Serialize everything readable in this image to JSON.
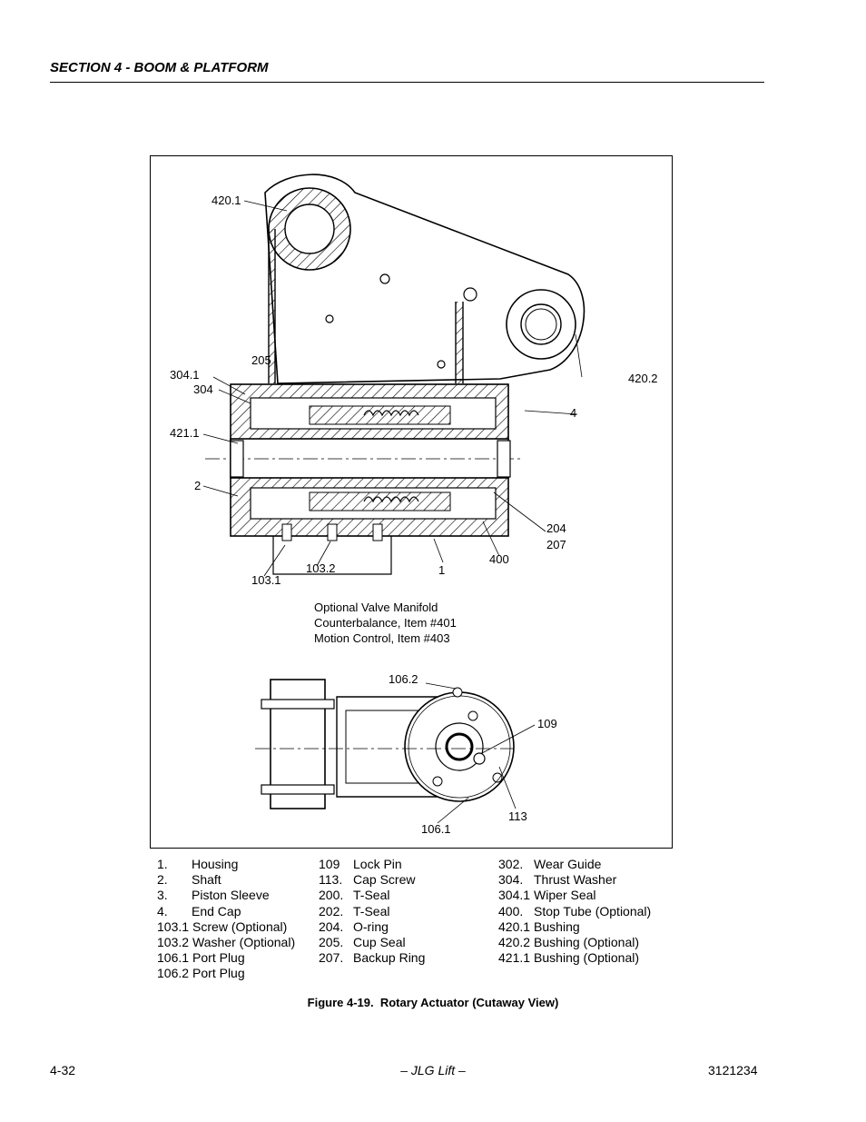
{
  "header": {
    "section_title": "SECTION 4 - BOOM & PLATFORM"
  },
  "figure": {
    "callouts": {
      "c420_1": "420.1",
      "c420_2": "420.2",
      "c205": "205",
      "c304_1": "304.1",
      "c304": "304",
      "c4": "4",
      "c421_1": "421.1",
      "c2": "2",
      "c204": "204",
      "c207": "207",
      "c400": "400",
      "c103_1": "103.1",
      "c103_2": "103.2",
      "c1": "1",
      "c106_2": "106.2",
      "c109": "109",
      "c113": "113",
      "c106_1": "106.1"
    },
    "manifold_note": {
      "line1": "Optional Valve Manifold",
      "line2": "Counterbalance, Item #401",
      "line3": "Motion Control, Item #403"
    }
  },
  "legend": {
    "col1": [
      {
        "num": "1.",
        "label": "Housing"
      },
      {
        "num": "2.",
        "label": "Shaft"
      },
      {
        "num": "3.",
        "label": "Piston Sleeve"
      },
      {
        "num": "4.",
        "label": "End Cap"
      },
      {
        "num": "103.1",
        "label": "Screw (Optional)"
      },
      {
        "num": "103.2",
        "label": "Washer (Optional)"
      },
      {
        "num": "106.1",
        "label": "Port Plug"
      },
      {
        "num": "106.2",
        "label": "Port Plug"
      }
    ],
    "col2": [
      {
        "num": "109",
        "label": "Lock Pin"
      },
      {
        "num": "113.",
        "label": "Cap Screw"
      },
      {
        "num": "200.",
        "label": "T-Seal"
      },
      {
        "num": "202.",
        "label": "T-Seal"
      },
      {
        "num": "204.",
        "label": "O-ring"
      },
      {
        "num": "205.",
        "label": "Cup Seal"
      },
      {
        "num": "207.",
        "label": "Backup Ring"
      }
    ],
    "col3": [
      {
        "num": "302.",
        "label": "Wear Guide"
      },
      {
        "num": "304.",
        "label": "Thrust Washer"
      },
      {
        "num": "304.1",
        "label": "Wiper Seal"
      },
      {
        "num": "400.",
        "label": "Stop Tube (Optional)"
      },
      {
        "num": "420.1",
        "label": "Bushing"
      },
      {
        "num": "420.2",
        "label": "Bushing (Optional)"
      },
      {
        "num": "421.1",
        "label": "Bushing (Optional)"
      }
    ]
  },
  "caption": {
    "figure_no": "Figure 4-19.",
    "title": "Rotary Actuator (Cutaway View)"
  },
  "footer": {
    "page_number": "4-32",
    "center_text": "– JLG Lift –",
    "doc_number": "3121234"
  }
}
